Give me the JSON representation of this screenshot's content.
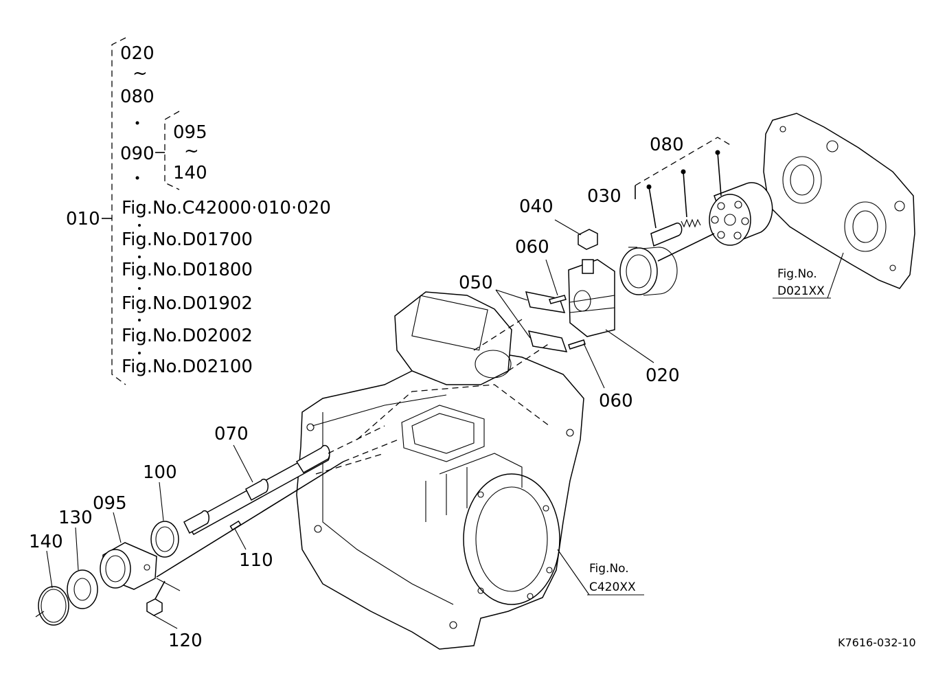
{
  "index": {
    "main": "010",
    "top_group": [
      "020",
      "~",
      "080"
    ],
    "sub_main": "090",
    "sub_group": [
      "095",
      "~",
      "140"
    ],
    "fig_refs": [
      "Fig.No.C42000·010·020",
      "Fig.No.D01700",
      "Fig.No.D01800",
      "Fig.No.D01902",
      "Fig.No.D02002",
      "Fig.No.D02100"
    ]
  },
  "parts": {
    "p020": "020",
    "p030": "030",
    "p040": "040",
    "p050": "050",
    "p060a": "060",
    "p060b": "060",
    "p070": "070",
    "p080": "080",
    "p095": "095",
    "p100": "100",
    "p110": "110",
    "p120": "120",
    "p130": "130",
    "p140": "140"
  },
  "refs": {
    "pump": [
      "Fig.No.",
      "D021XX"
    ],
    "housing": [
      "Fig.No.",
      "C420XX"
    ]
  },
  "drawing_code": "K7616-032-10",
  "colors": {
    "line": "#000000",
    "background": "#ffffff"
  }
}
